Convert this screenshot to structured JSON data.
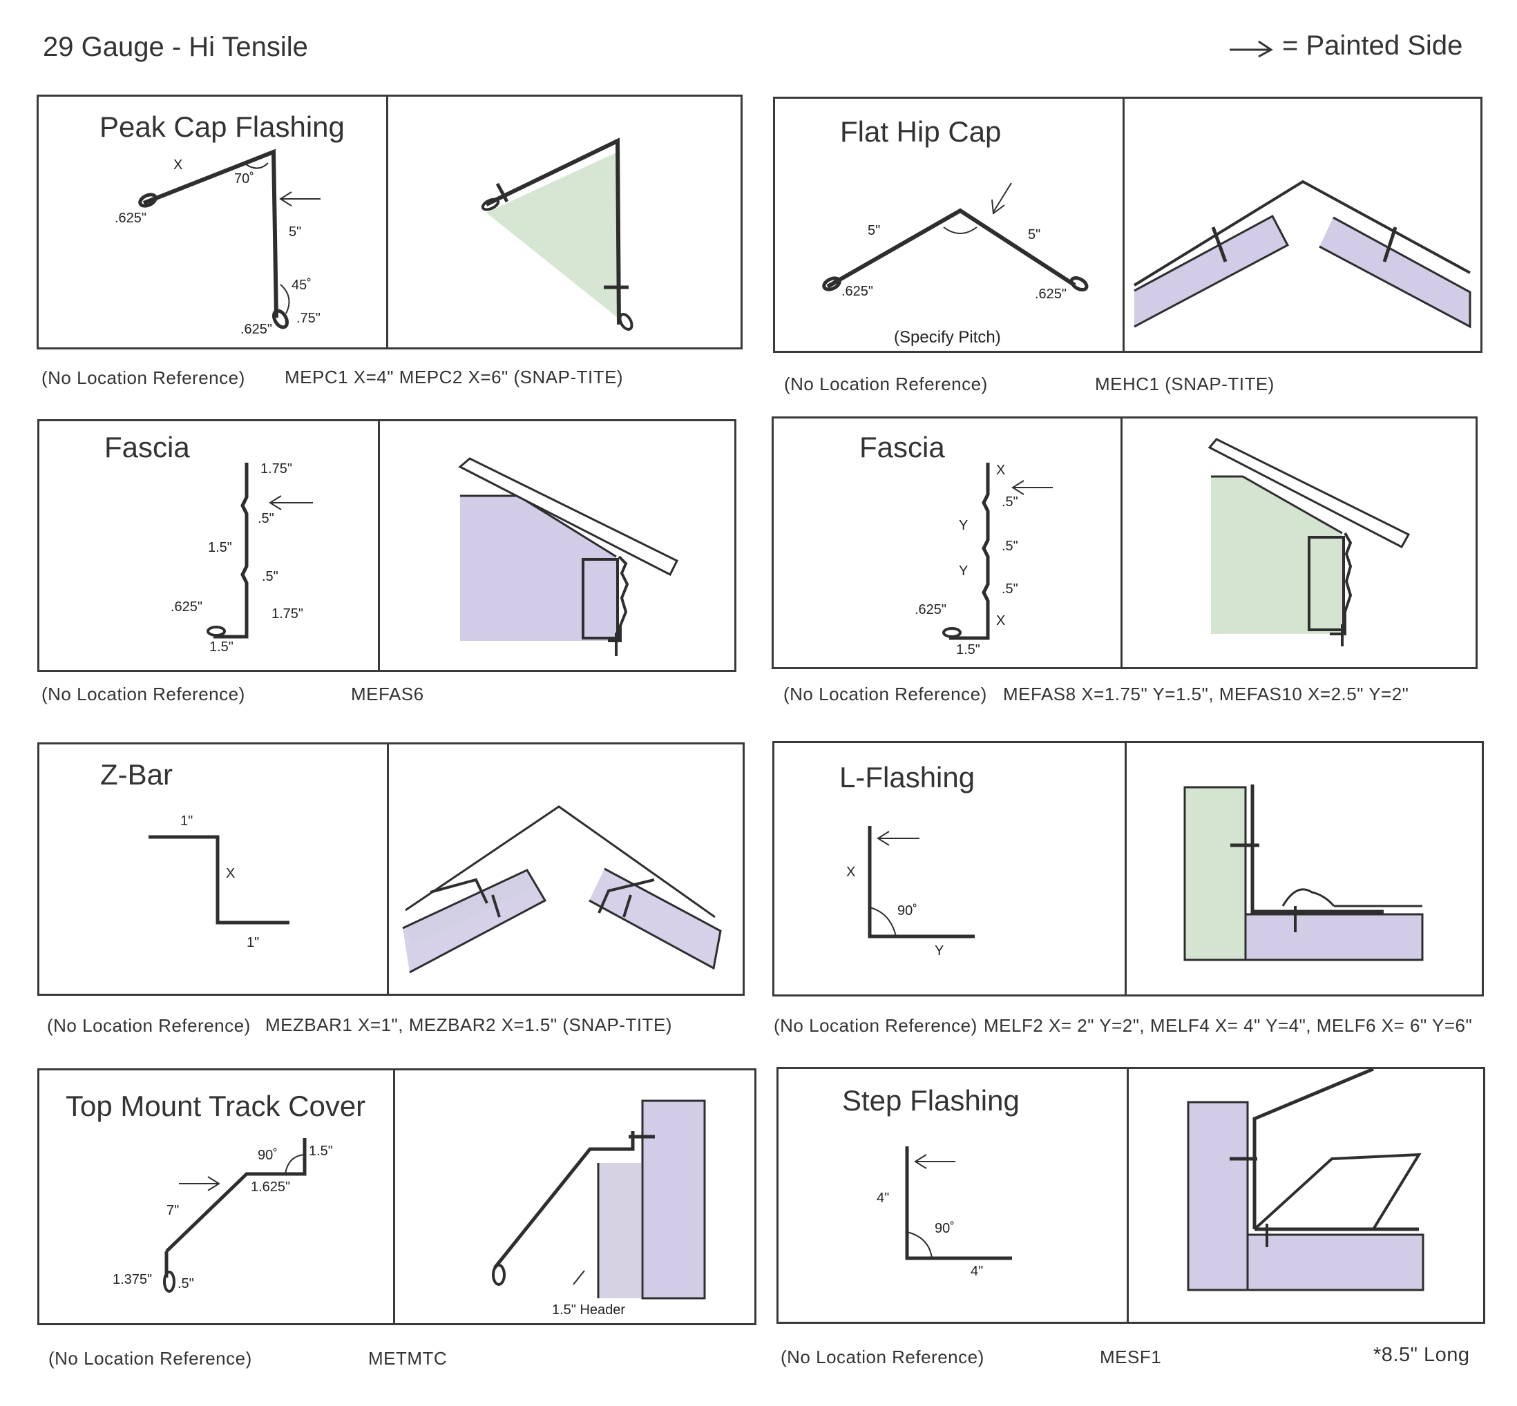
{
  "header": {
    "title": "29 Gauge - Hi Tensile",
    "legend": "= Painted Side"
  },
  "panels": [
    {
      "title": "Peak Cap Flashing",
      "labels": [
        "X",
        "70˚",
        ".625\"",
        "5\"",
        "45˚",
        ".75\"",
        ".625\""
      ],
      "location_ref": "(No Location  Reference)",
      "code": "MEPC1 X=4\" MEPC2 X=6\"  (SNAP-TITE)"
    },
    {
      "title": "Flat Hip Cap",
      "labels": [
        "5\"",
        "5\"",
        ".625\"",
        ".625\"",
        "(Specify Pitch)"
      ],
      "location_ref": "(No Location  Reference)",
      "code": "MEHC1  (SNAP-TITE)"
    },
    {
      "title": "Fascia",
      "labels": [
        "1.75\"",
        ".5\"",
        "1.5\"",
        ".5\"",
        ".625\"",
        "1.75\"",
        "1.5\""
      ],
      "location_ref": "(No Location  Reference)",
      "code": "MEFAS6"
    },
    {
      "title": "Fascia",
      "labels": [
        "X",
        ".5\"",
        "Y",
        ".5\"",
        "Y",
        ".5\"",
        ".625\"",
        "X",
        "1.5\""
      ],
      "location_ref": "(No Location  Reference)",
      "code": "MEFAS8  X=1.75\" Y=1.5\", MEFAS10 X=2.5\" Y=2\""
    },
    {
      "title": "Z-Bar",
      "labels": [
        "1\"",
        "X",
        "1\""
      ],
      "location_ref": "(No Location  Reference)",
      "code": "MEZBAR1 X=1\", MEZBAR2 X=1.5\"  (SNAP-TITE)"
    },
    {
      "title": "L-Flashing",
      "labels": [
        "X",
        "90˚",
        "Y"
      ],
      "location_ref": "(No Location  Reference)",
      "code": "MELF2 X= 2\" Y=2\",  MELF4 X= 4\" Y=4\",  MELF6 X= 6\" Y=6\""
    },
    {
      "title": "Top Mount Track Cover",
      "labels": [
        "90˚",
        "1.5\"",
        "1.625\"",
        "7\"",
        "1.375\"",
        ".5\"",
        "1.5\" Header"
      ],
      "location_ref": "(No Location  Reference)",
      "code": "METMTC"
    },
    {
      "title": "Step Flashing",
      "labels": [
        "4\"",
        "90˚",
        "4\""
      ],
      "location_ref": "(No Location  Reference)",
      "code": "MESF1",
      "note": "*8.5\" Long"
    }
  ],
  "colors": {
    "line": "#2e2e2e",
    "fill_green": "#cfe3cf",
    "fill_purple": "#d2cce6"
  }
}
